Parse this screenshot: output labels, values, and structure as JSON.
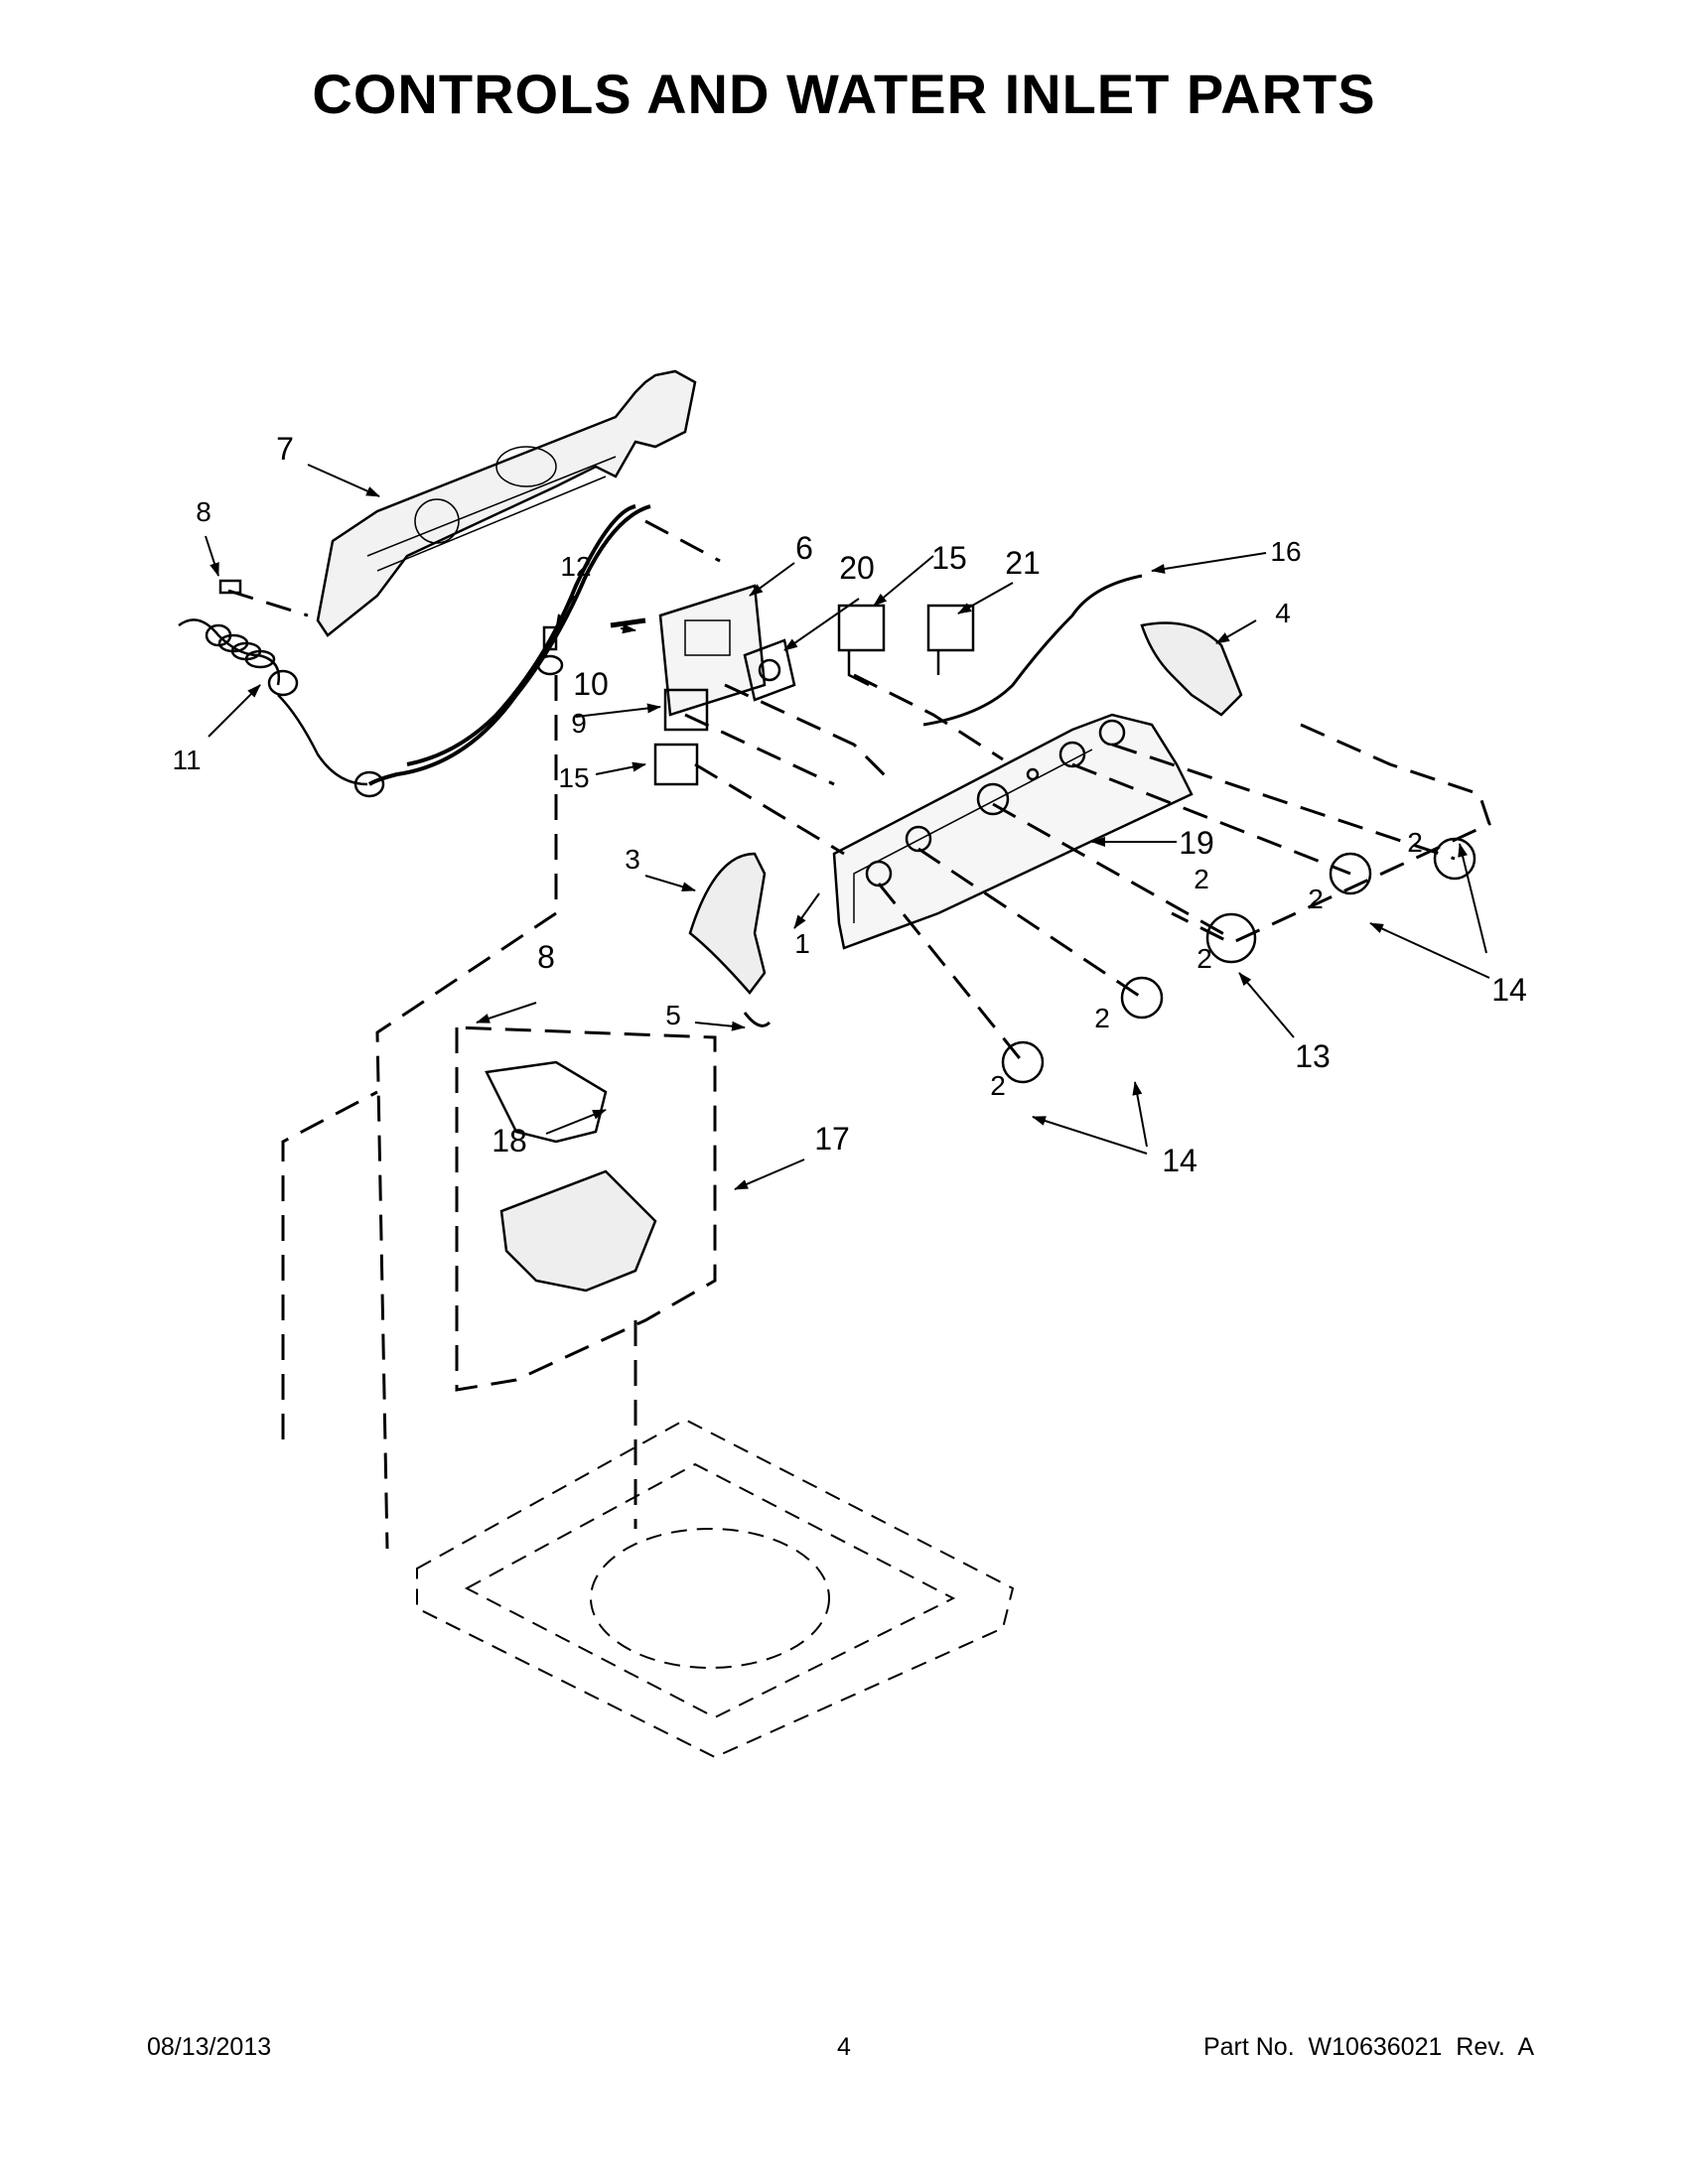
{
  "page": {
    "title": "CONTROLS AND WATER INLET PARTS",
    "footer": {
      "date": "08/13/2013",
      "page_number": "4",
      "part_no": "Part No.  W10636021  Rev.  A"
    }
  },
  "callouts": {
    "c1": "1",
    "c2a": "2",
    "c2b": "2",
    "c2c": "2",
    "c2d": "2",
    "c2e": "2",
    "c2f": "2",
    "c3": "3",
    "c4": "4",
    "c5": "5",
    "c6": "6",
    "c7": "7",
    "c8a": "8",
    "c8b": "8",
    "c9": "9",
    "c10": "10",
    "c11": "11",
    "c12": "12",
    "c13": "13",
    "c14a": "14",
    "c14b": "14",
    "c15a": "15",
    "c15b": "15",
    "c16": "16",
    "c17": "17",
    "c18": "18",
    "c19": "19",
    "c20": "20",
    "c21": "21"
  }
}
